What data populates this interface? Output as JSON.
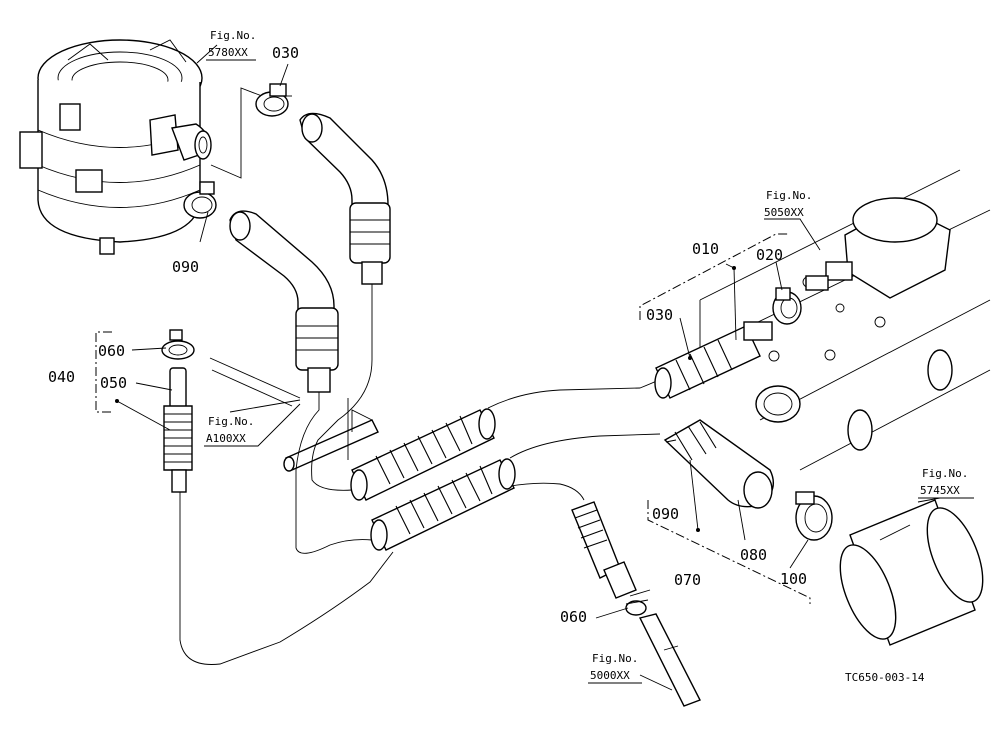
{
  "figure_refs": {
    "upper_left": {
      "line1": "Fig.No.",
      "line2": "5780XX"
    },
    "middle_left": {
      "line1": "Fig.No.",
      "line2": "A100XX"
    },
    "upper_right": {
      "line1": "Fig.No.",
      "line2": "5050XX"
    },
    "right": {
      "line1": "Fig.No.",
      "line2": "5745XX"
    },
    "bottom": {
      "line1": "Fig.No.",
      "line2": "5000XX"
    }
  },
  "part_numbers": {
    "p030_top": "030",
    "p090_left": "090",
    "p040": "040",
    "p060_left": "060",
    "p050": "050",
    "p010": "010",
    "p020": "020",
    "p030_right": "030",
    "p090_right": "090",
    "p080": "080",
    "p070": "070",
    "p100": "100",
    "p060_bottom": "060"
  },
  "drawing_code": "TC650-003-14"
}
